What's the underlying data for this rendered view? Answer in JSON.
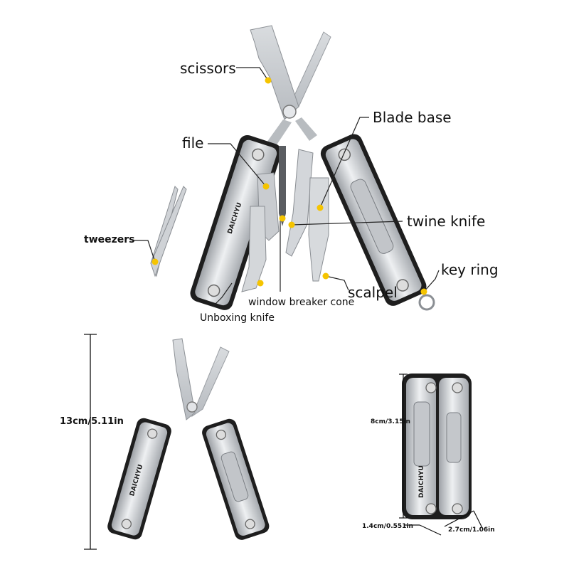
{
  "labels": {
    "scissors": "scissors",
    "file": "file",
    "blade_base": "Blade base",
    "twine_knife": "twine knife",
    "tweezers": "tweezers",
    "key_ring": "key ring",
    "scalpel": "scalpel",
    "window_breaker_cone": "window breaker cone",
    "unboxing_knife": "Unboxing knife"
  },
  "dimensions": {
    "length": "13cm/5.11in",
    "folded_length": "8cm/3.15in",
    "thickness": "1.4cm/0.551in",
    "width": "2.7cm/1.06in"
  },
  "brand": "DAICHYU",
  "colors": {
    "marker": "#f5c400",
    "steel": "#c9ccd0",
    "steel_dark": "#8d9196",
    "frame": "#1e1e1e",
    "leader": "#222222"
  }
}
